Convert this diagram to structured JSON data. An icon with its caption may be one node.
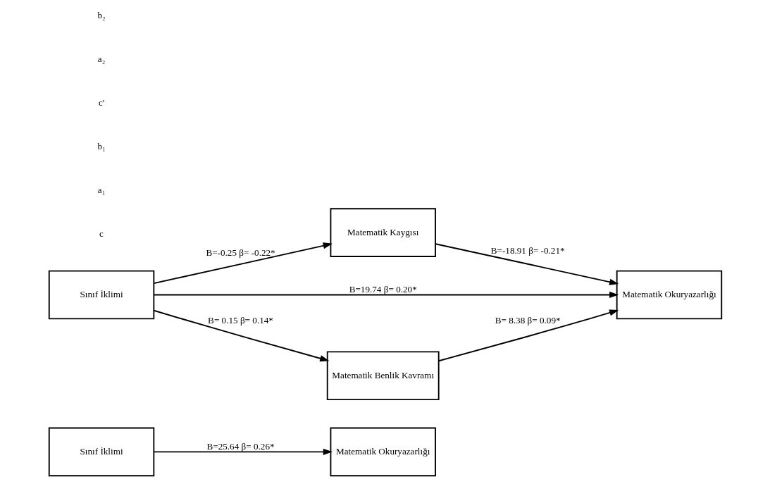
{
  "diagram": {
    "nodes": [
      {
        "text": [
          "Sınıf İklimi"
        ]
      },
      {
        "text": [
          "Matematik Okuryazarlığı"
        ]
      },
      {
        "text": [
          "Matematik Kaygısı"
        ]
      },
      {
        "text": [
          "Sınıf İklimi"
        ]
      },
      {
        "text": [
          "Matematik Okuryazarlığı"
        ]
      },
      {
        "text": [
          "Matematik Benlik Kavramı"
        ]
      }
    ],
    "edges": [
      {
        "from": 0,
        "to": 1,
        "arrow": "to",
        "label": "B=25.64 β= 0.26*"
      },
      {
        "from": 3,
        "to": 2,
        "arrow": "to",
        "label": "B=-0.25 β= -0.22*"
      },
      {
        "from": 2,
        "to": 4,
        "arrow": "to",
        "label": "B=-18.91 β= -0.21*"
      },
      {
        "from": 3,
        "to": 4,
        "arrow": "to",
        "label": "B=19.74 β= 0.20*"
      },
      {
        "from": 3,
        "to": 5,
        "arrow": "to",
        "label": "B= 0.15 β= 0.14*"
      },
      {
        "from": 5,
        "to": 4,
        "arrow": "to",
        "label": "B= 8.38 β= 0.09*"
      }
    ],
    "labels": [
      "c",
      "a₁",
      "b₁",
      "c'",
      "a₂",
      "b₂"
    ]
  }
}
